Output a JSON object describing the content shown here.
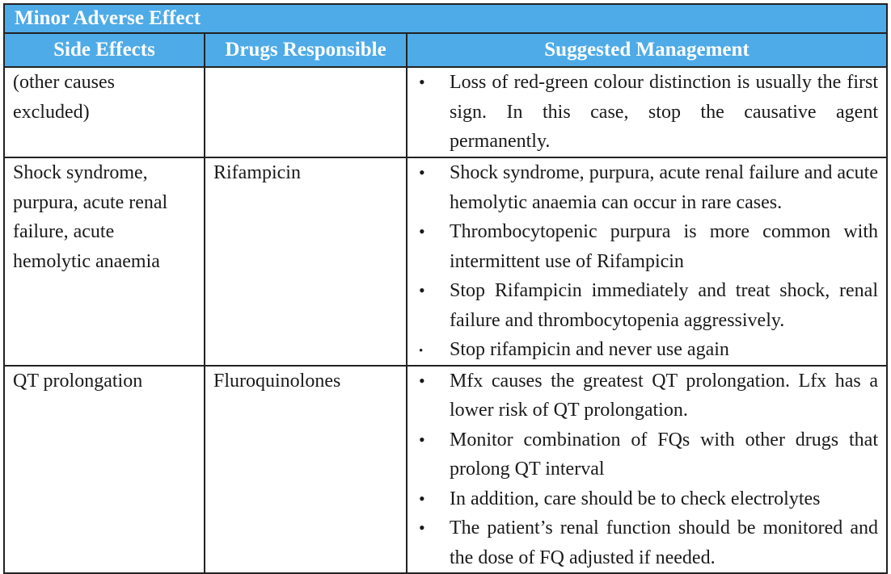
{
  "title": "Minor Adverse Effect",
  "headers": [
    "Side Effects",
    "Drugs Responsible",
    "Suggested Management"
  ],
  "rows": [
    {
      "side_effect": "(other causes excluded)",
      "drug": "",
      "management": [
        "Loss of red-green colour distinction is usually the first sign. In this case, stop the causative agent permanently."
      ]
    },
    {
      "side_effect": "Shock syndrome, purpura, acute renal failure, acute hemolytic anaemia",
      "drug": "Rifampicin",
      "management": [
        "Shock syndrome, purpura, acute renal failure and acute hemolytic anaemia  can occur in rare cases.",
        "Thrombocytopenic purpura is more common with intermittent use of Rifampicin",
        "Stop Rifampicin immediately and treat shock, renal failure and thrombocytopenia aggressively.",
        "Stop rifampicin and never use again"
      ]
    },
    {
      "side_effect": "QT prolongation",
      "drug": "Fluroquinolones",
      "management": [
        "Mfx causes the greatest QT prolongation. Lfx has a lower risk of QT prolongation.",
        "Monitor combination of FQs with other drugs that prolong QT interval",
        "In addition, care should be to check electrolytes",
        "The patient’s renal function should be monitored and the dose of FQ adjusted if needed."
      ]
    }
  ],
  "colors": {
    "header": "#4eabe7"
  }
}
